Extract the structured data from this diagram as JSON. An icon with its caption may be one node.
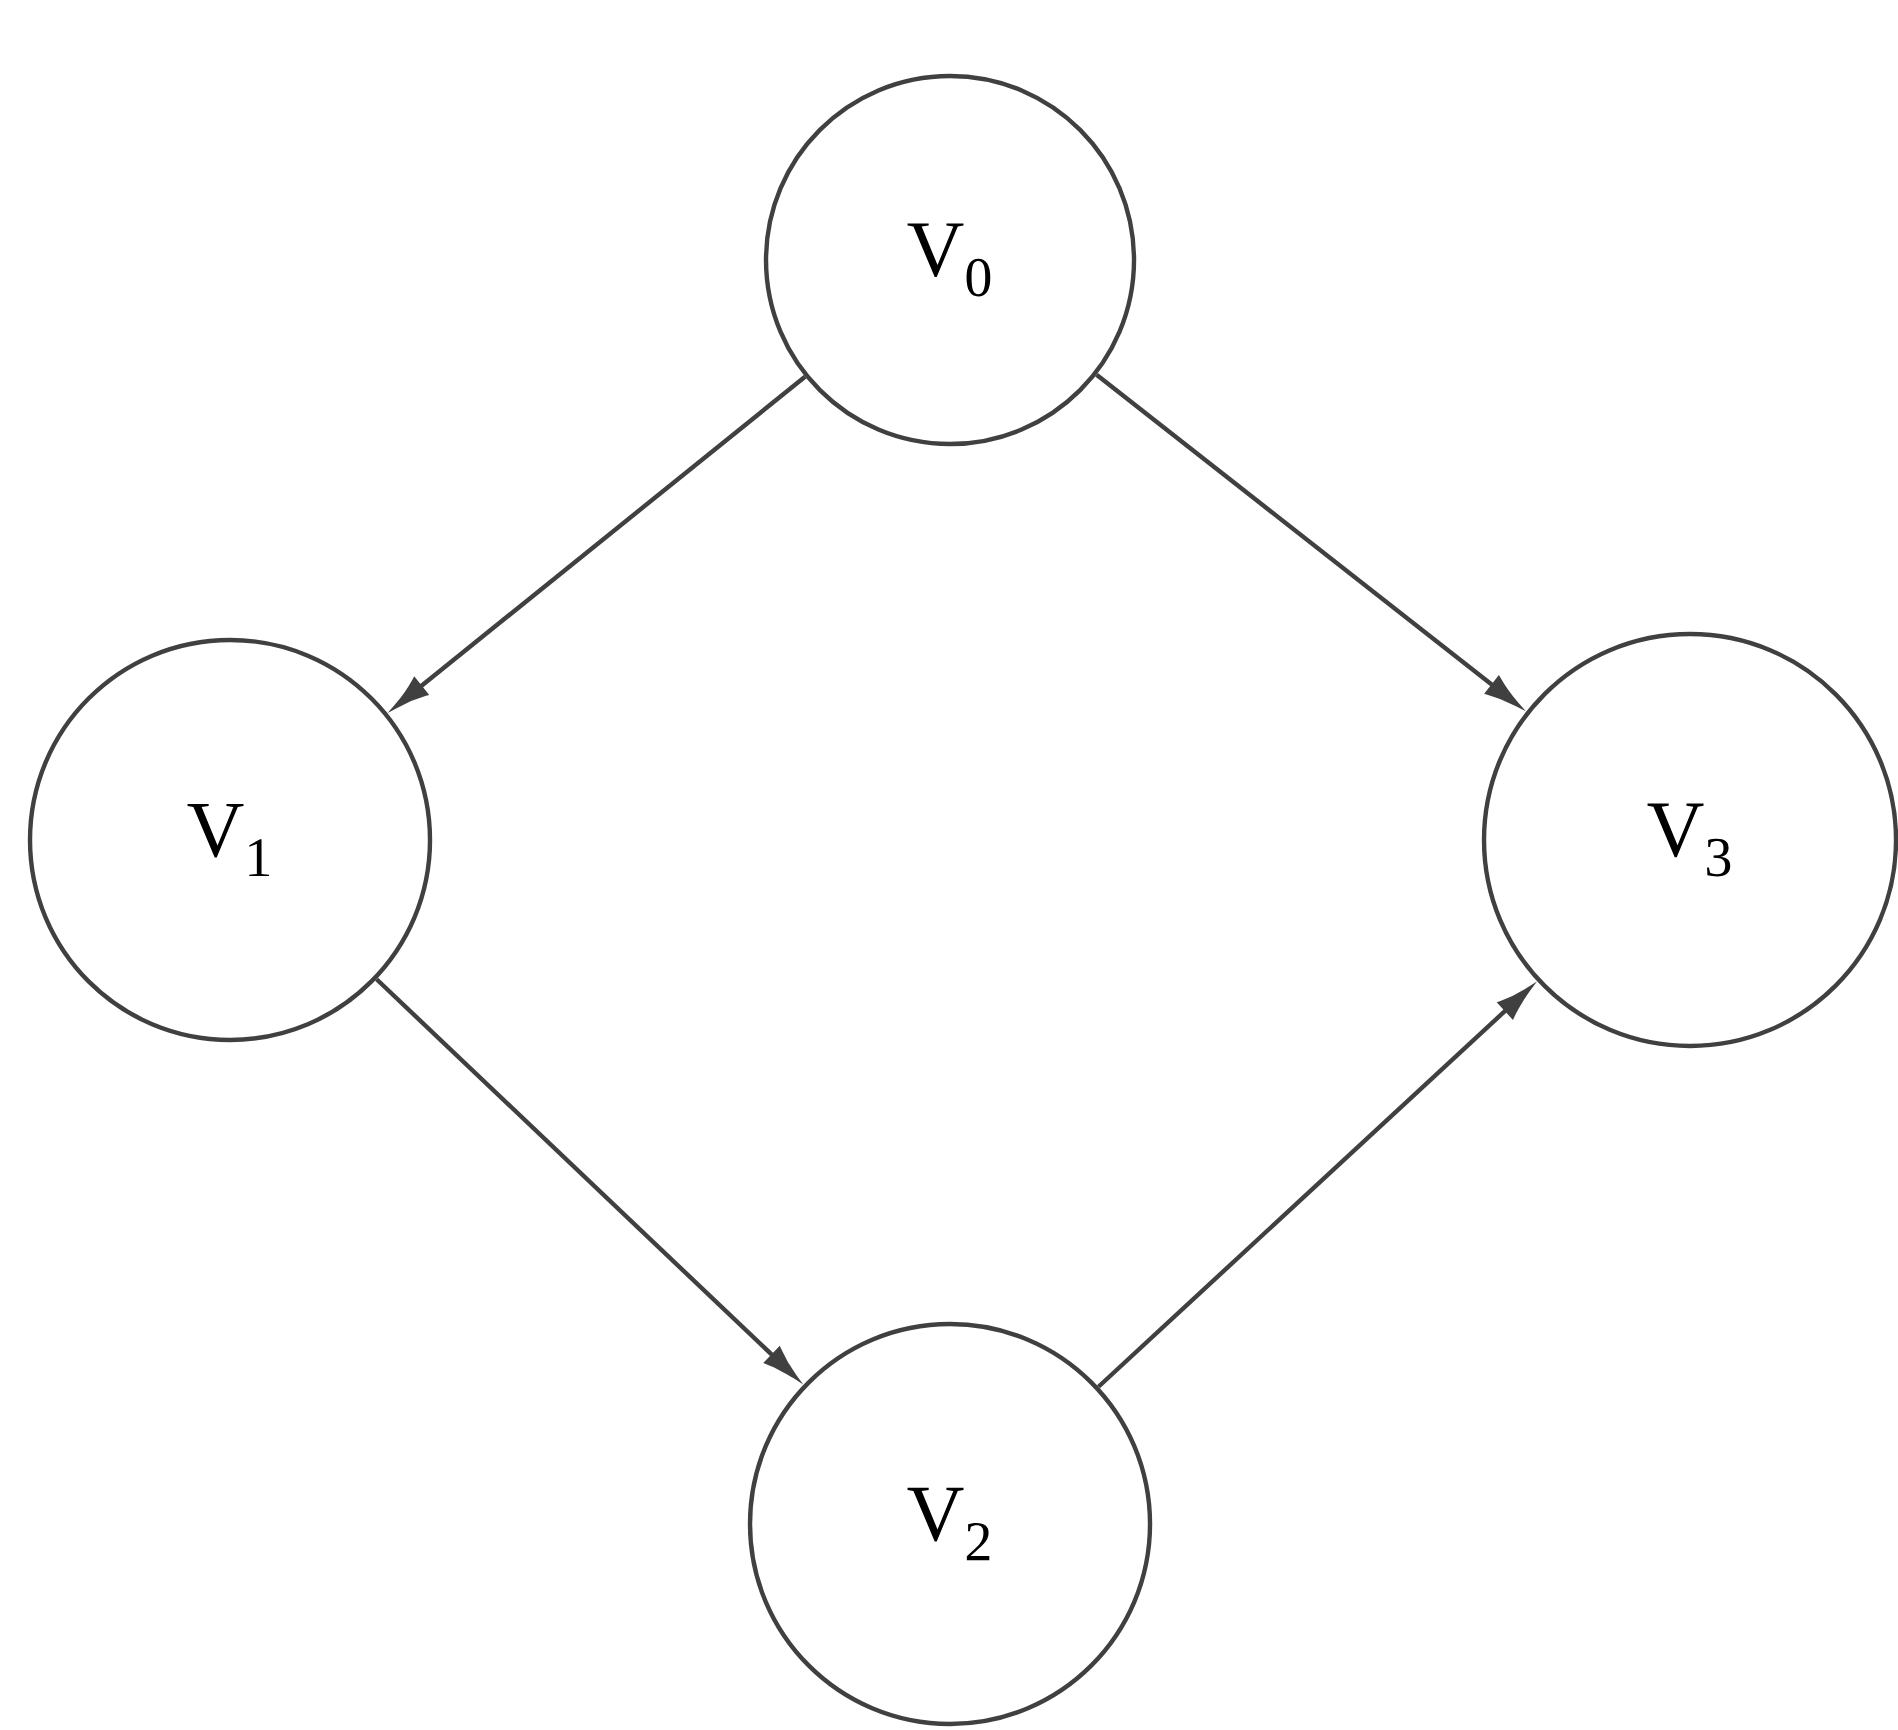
{
  "diagram": {
    "nodes": [
      {
        "text": [
          "V$_{0}$"
        ]
      },
      {
        "text": [
          "V$_{1}$"
        ]
      },
      {
        "text": [
          "V$_{2}$"
        ]
      },
      {
        "text": [
          "V$_{3}$"
        ]
      }
    ],
    "edges": [
      {
        "from": 0,
        "to": 1,
        "arrow": "to"
      },
      {
        "from": 0,
        "to": 3,
        "arrow": "to"
      },
      {
        "from": 1,
        "to": 2,
        "arrow": "to"
      },
      {
        "from": 2,
        "to": 3,
        "arrow": "to"
      }
    ]
  }
}
